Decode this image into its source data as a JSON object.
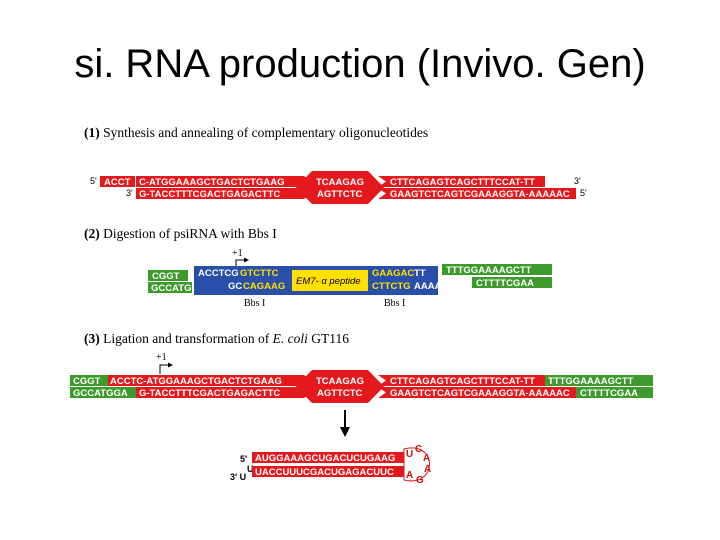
{
  "title": "si. RNA production (Invivo. Gen)",
  "colors": {
    "red": "#e4191d",
    "green": "#3f9a2e",
    "blue": "#2a4fa8",
    "yellow": "#ffe000"
  },
  "step1": {
    "num": "(1)",
    "text": "Synthesis and annealing of complementary oligonucleotides",
    "top_left_end": "5'",
    "bottom_left_end": "3'",
    "top_right_end": "3'",
    "bottom_right_end": "5'",
    "top_left": "ACCT",
    "top_mid": "C-ATGGAAAGCTGACTCTGAAG",
    "loop_top": "TCAAGAG",
    "top_right": "CTTCAGAGTCAGCTTTCCAT-TT",
    "bottom_left": "G-TACCTTTCGACTGAGACTTC",
    "loop_bottom": "AGTTCTC",
    "bottom_right": "GAAGTCTCAGTCGAAAGGTA-AAAAAC"
  },
  "step2": {
    "num": "(2)",
    "text": "Digestion of psiRNA with Bbs I",
    "plus1": "+1",
    "green_left_top": "CGGT",
    "green_left_bottom": "GCCATGGA",
    "blue_top_a": "ACCTCG",
    "blue_top_b": "GTCTTC",
    "blue_bottom_a": "GC",
    "blue_bottom_b": "CAGAAG",
    "peptide": "EM7- α peptide",
    "blue_right_top_a": "GAAGAC",
    "blue_right_top_b": "TT",
    "blue_right_bottom_a": "CTTCTG",
    "blue_right_bottom_b": "AAAAAC",
    "green_right_top": "TTTGGAAAAGCTT",
    "green_right_bottom": "CTTTTCGAA",
    "bbs_left": "Bbs I",
    "bbs_right": "Bbs I"
  },
  "step3": {
    "num": "(3)",
    "text_a": "Ligation and transformation of",
    "text_b": "E. coli",
    "text_c": "GT116",
    "plus1": "+1",
    "green_left_top": "CGGT",
    "red_top_left": "ACCTC-ATGGAAAGCTGACTCTGAAG",
    "green_left_bottom": "GCCATGGA",
    "red_bottom_left": "G-TACCTTTCGACTGAGACTTC",
    "loop_top": "TCAAGAG",
    "loop_bottom": "AGTTCTC",
    "red_top_right": "CTTCAGAGTCAGCTTTCCAT-TT",
    "green_right_top": "TTTGGAAAAGCTT",
    "red_bottom_right": "GAAGTCTCAGTCGAAAGGTA-AAAAAC",
    "green_right_bottom": "CTTTTCGAA"
  },
  "hairpin": {
    "end5": "5'",
    "end3": "3' U",
    "end3_u": "U",
    "top": "AUGGAAAGCUGACUCUGAAG",
    "bottom": "UACCUUUCGACUGAGACUUC",
    "loop": [
      "U",
      "C",
      "A",
      "A",
      "G",
      "A"
    ]
  }
}
